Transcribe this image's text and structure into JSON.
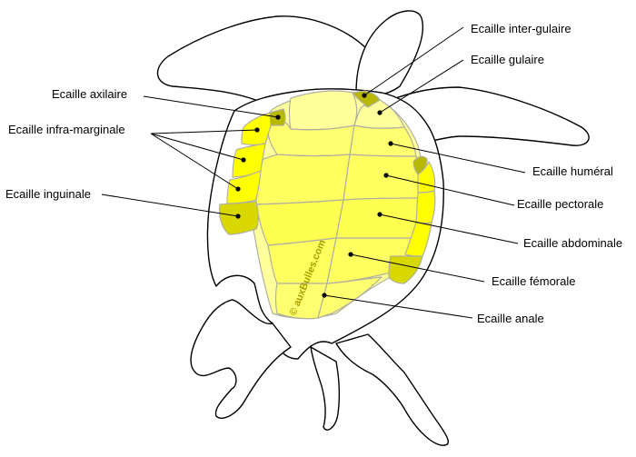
{
  "labels": {
    "inter_gulaire": "Ecaille inter-gulaire",
    "gulaire": "Ecaille gulaire",
    "axilaire": "Ecaille axilaire",
    "infra_marginale": "Ecaille infra-marginale",
    "humeral": "Ecaille huméral",
    "pectorale": "Ecaille pectorale",
    "inguinale": "Ecaille inguinale",
    "abdominale": "Ecaille abdominale",
    "femorale": "Ecaille fémorale",
    "anale": "Ecaille anale"
  },
  "watermark": "© auxBulles.com",
  "colors": {
    "plastron_light": "#ffff9c",
    "plastron_mid": "#ffff55",
    "marginal_bright": "#ffff00",
    "marginal_dark": "#d8d800",
    "accent_dark": "#b8b800",
    "outline": "#000000",
    "watermark": "#a8a000"
  }
}
